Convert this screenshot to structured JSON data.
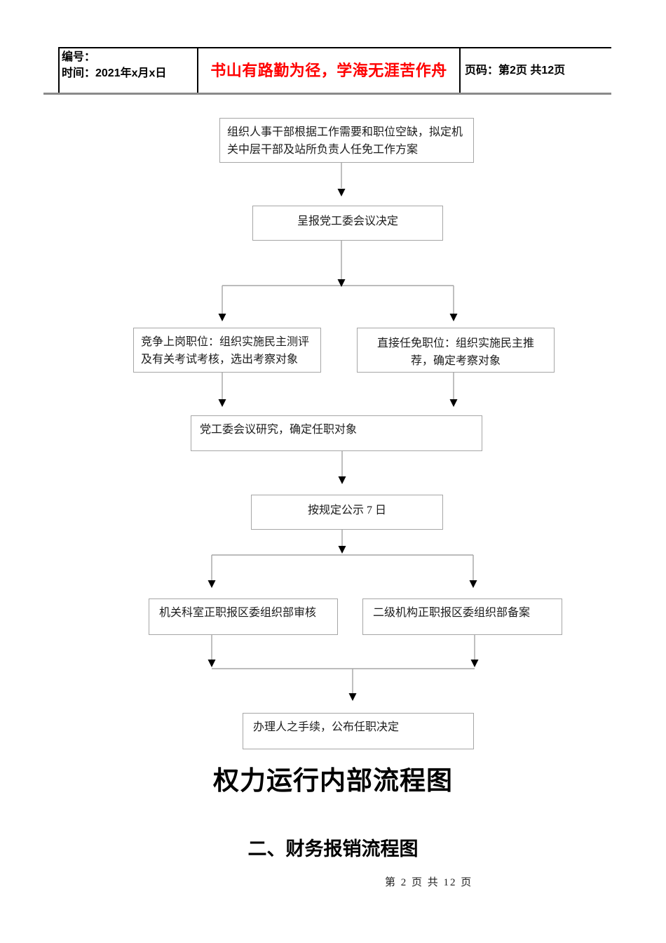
{
  "header": {
    "number_label": "编号：",
    "time_label": "时间：2021年x月x日",
    "slogan": "书山有路勤为径，学海无涯苦作舟",
    "page_info": "页码：第2页 共12页"
  },
  "flowchart": {
    "nodes": [
      {
        "text": "组织人事干部根据工作需要和职位空缺，拟定机关中层干部及站所负责人任免工作方案"
      },
      {
        "text": "呈报党工委会议决定"
      },
      {
        "text": "竞争上岗职位：组织实施民主测评及有关考试考核，选出考察对象"
      },
      {
        "text": "直接任免职位：组织实施民主推荐，确定考察对象"
      },
      {
        "text": "党工委会议研究，确定任职对象"
      },
      {
        "text": "按规定公示 7 日"
      },
      {
        "text": "机关科室正职报区委组织部审核"
      },
      {
        "text": "二级机构正职报区委组织部备案"
      },
      {
        "text": "办理人之手续，公布任职决定"
      }
    ]
  },
  "title": "权力运行内部流程图",
  "section_heading": "二、财务报销流程图",
  "footer_page_info": "第 2 页 共 12 页",
  "colors": {
    "slogan_red": "#ff0000",
    "connector_gray": "#a6a6a6",
    "arrowhead_black": "#000000",
    "box_border_gray": "#a6a6a6"
  }
}
